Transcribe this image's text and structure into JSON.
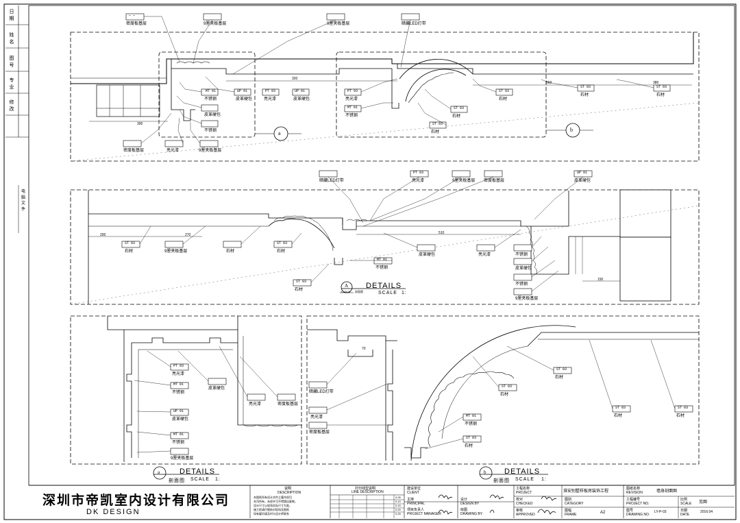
{
  "sidebar": {
    "top_labels": [
      "日期",
      "姓名",
      "图号",
      "专业",
      "修改"
    ],
    "file_label": "电脑文件"
  },
  "details": {
    "main_label": "A",
    "main_ref": "Y-LM-07",
    "main_ref_suffix": "剖面图",
    "main_title": "DETAILS",
    "main_scale_label": "SCALE",
    "main_scale": "1:",
    "a_label": "a",
    "a_sub": "剖面图",
    "a_title": "DETAILS",
    "a_scale_label": "SCALE",
    "a_scale": "1:",
    "b_label": "b",
    "b_sub": "剖面图",
    "b_title": "DETAILS",
    "b_scale_label": "SCALE",
    "b_scale": "1:"
  },
  "labels": {
    "dense_board": "密度板基层",
    "plywood9": "9厘夹板基层",
    "plywood9b": "9厘夹板基层",
    "led": "暗藏LED灯带",
    "mt": "不锈钢",
    "up": "皮革硬包",
    "pt": "亮光漆",
    "st": "石材",
    "tag_mt": "MT 01",
    "tag_up": "UP 01",
    "tag_pt": "PT 03",
    "tag_st": "ST 03",
    "tag_blank": "— —"
  },
  "title_block": {
    "company_cn": "深圳市帝凯室内设计有限公司",
    "company_en": "DK    DESIGN",
    "desc_cn": "说明",
    "desc_en": "DESCRIPTION",
    "desc_lines": [
      "本图纸所有设计文件之著作权归",
      "本司所有，未经许可不得擅自复制，",
      "设计尺寸以现场实际尺寸为准，",
      "施工前请仔细核对现场及图纸",
      "如有疑问请及时与设计师联系"
    ],
    "line_cn": "打印线型说明",
    "line_en": "LINE DESCRIPTION",
    "line_weights": [
      "0.05",
      "0.10",
      "0.15",
      "0.20",
      "0.25"
    ],
    "client_cn": "建设单位",
    "client_en": "CLIENT",
    "principal_cn": "主持",
    "principal_en": "PRINCIPAL",
    "pm_cn": "项目负责人",
    "pm_en": "PROJECT MANAGER",
    "design_cn": "设计",
    "design_en": "DESIGN BY",
    "drawing_cn": "绘图",
    "drawing_en": "DRAWING BY",
    "project_cn": "工程名称",
    "project_en": "PROJECT",
    "project_name": "淮安别墅样板房装饰工程",
    "checked_cn": "校对",
    "checked_en": "CHECKED",
    "approved_cn": "审核",
    "approved_en": "APPROVED",
    "category_cn": "图别",
    "category_en": "CATEGORY",
    "frame_cn": "图幅",
    "frame_en": "FRAME",
    "frame_value": "A2",
    "revision_cn": "图纸名称",
    "revision_en": "REVISION",
    "revision_value": "墙身剖面图",
    "project_no_cn": "工程编号",
    "project_no_en": "PROJECT NO.",
    "drawing_no_cn": "图号",
    "drawing_no_en": "DRAWING NO.",
    "drawing_no_value": "LY-P-03",
    "scale_cn": "比例",
    "scale_en": "SCALE",
    "scale_value": "见图",
    "date_cn": "日期",
    "date_en": "DATE",
    "date_value": "2016.04"
  },
  "dims": {
    "d1": "320",
    "d2": "560",
    "d3": "300",
    "d4": "380",
    "d5": "200",
    "d6": "270",
    "d7": "510",
    "d8": "150",
    "d9": "70"
  }
}
